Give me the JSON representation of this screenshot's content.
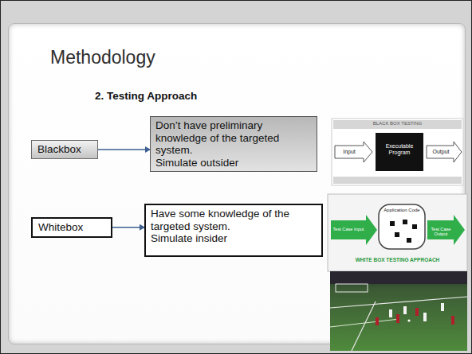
{
  "diagram": {
    "title": "Methodology",
    "nodes": [
      {
        "text": [
          "Blackbox"
        ]
      },
      {
        "text": [
          "Don’t have preliminary knowledge of the targeted system.",
          "Simulate outsider"
        ]
      },
      {
        "text": [
          "Whitebox"
        ]
      },
      {
        "text": [
          "Have some knowledge of the targeted system.",
          "Simulate insider"
        ]
      }
    ],
    "edges": [
      {
        "from": 0,
        "to": 1,
        "arrow": "to"
      },
      {
        "from": 2,
        "to": 3,
        "arrow": "to"
      }
    ],
    "labels": [
      "2. Testing Approach",
      "BLACK BOX TESTING",
      "Input",
      "Executable Program",
      "Output",
      "Application Code",
      "Test Case Input",
      "Test Case Output",
      "WHITE BOX TESTING APPROACH"
    ]
  }
}
